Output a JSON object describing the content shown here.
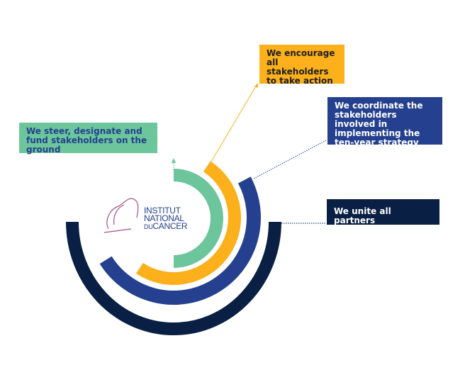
{
  "logo": {
    "line1": "INSTITUT",
    "line2": "NATIONAL",
    "line3_a": "DU",
    "line3_b": "CANCER"
  },
  "boxes": {
    "steer": "We steer, designate and fund stakeholders on the ground",
    "encourage": "We encourage all stakeholders to take action",
    "coordinate": "We coordinate the stakeholders involved in implementing the ten-year strategy",
    "unite": "We unite all partners"
  },
  "colors": {
    "green": "#6cc59b",
    "orange": "#fbb01c",
    "blue": "#24408e",
    "navy": "#0a1f44",
    "logo": "#a2508e"
  }
}
